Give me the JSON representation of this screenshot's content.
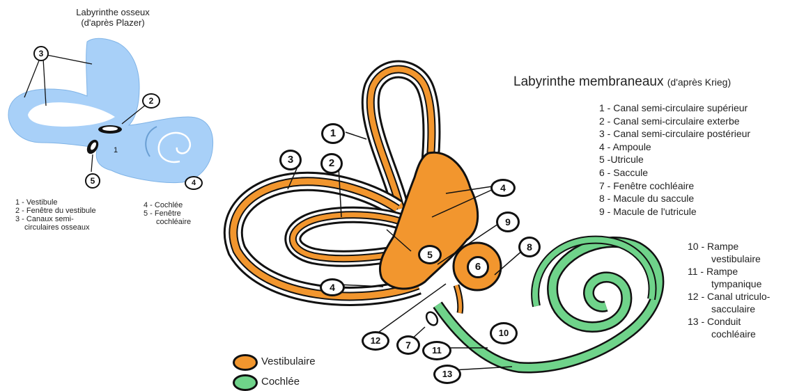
{
  "osseux": {
    "title": "Labyrinthe osseux",
    "subtitle": "(d'après Plazer)",
    "legend_col1": [
      "1 - Vestibule",
      "2 - Fenêtre du vestibule",
      "3 - Canaux semi-",
      "circulaires osseaux"
    ],
    "legend_col2": [
      "4 - Cochlée",
      "5 - Fenêtre",
      "cochléaire"
    ],
    "markers": [
      "3",
      "2",
      "1",
      "5",
      "4"
    ]
  },
  "membraneux": {
    "title": "Labyrinthe membraneaux",
    "subtitle": "(d'après Krieg)",
    "legend_top": [
      "1 - Canal semi-circulaire supérieur",
      "2 - Canal semi-circulaire exterbe",
      "3 - Canal semi-circulaire postérieur",
      "4 - Ampoule",
      "5 -Utricule",
      "6 - Saccule",
      "7 - Fenêtre cochléaire",
      "8 - Macule du saccule",
      "9 - Macule de l'utricule"
    ],
    "legend_bottom": [
      "10 - Rampe",
      "vestibulaire",
      "11 - Rampe",
      "tympanique",
      "12 - Canal utriculo-",
      "sacculaire",
      "13 - Conduit",
      "cochléaire"
    ],
    "markers": [
      "1",
      "2",
      "3",
      "4",
      "4",
      "5",
      "6",
      "7",
      "8",
      "9",
      "10",
      "11",
      "12",
      "13"
    ]
  },
  "key": {
    "vestibulaire": "Vestibulaire",
    "cochlee": "Cochlée"
  },
  "colors": {
    "bone_blue": "#a8d0f8",
    "vestibular_orange": "#f2962e",
    "cochlear_green": "#6fd38a",
    "outline": "#111111"
  }
}
